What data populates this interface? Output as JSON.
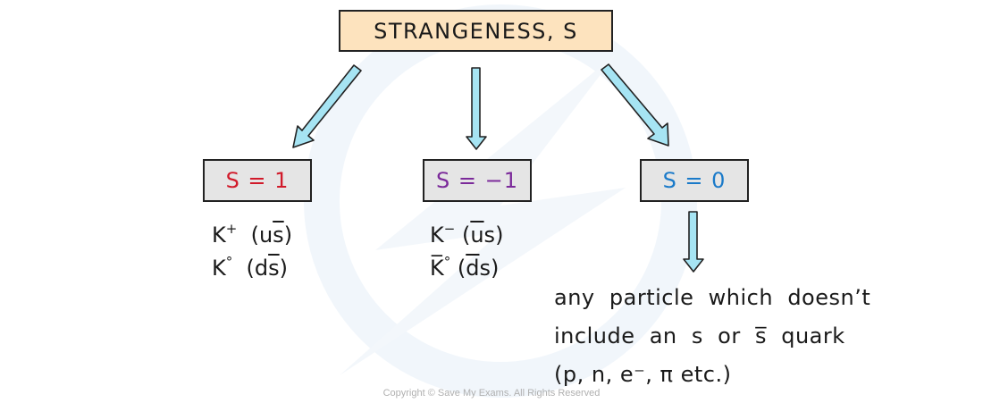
{
  "title": "STRANGENESS, S",
  "colors": {
    "title_box_fill": "#fde3be",
    "value_box_fill": "#e5e5e5",
    "arrow_fill": "#a6e4f3",
    "s_plus_one": "#d11a2a",
    "s_minus_one": "#7b2a9a",
    "s_zero": "#1a7ac9"
  },
  "branches": [
    {
      "label": "S = 1",
      "particles": [
        {
          "symbol": "K",
          "sup": "+",
          "quarks": "u",
          "quarks_bar": "s",
          "bar_on": "second"
        },
        {
          "symbol": "K",
          "sup": "°",
          "quarks": "d",
          "quarks_bar": "s",
          "bar_on": "second"
        }
      ]
    },
    {
      "label": "S = −1",
      "particles": [
        {
          "symbol": "K",
          "sup": "−",
          "quarks": "u",
          "quarks_bar": "s",
          "bar_on": "first"
        },
        {
          "symbol": "K̅",
          "sup": "°",
          "quarks": "d",
          "quarks_bar": "s",
          "bar_on": "first"
        }
      ]
    },
    {
      "label": "S = 0",
      "description": [
        "any  particle  which  doesn’t",
        "include  an  s  or  s̅  quark",
        "(p, n, e⁻, π etc.)"
      ]
    }
  ],
  "copyright": "Copyright © Save My Exams. All Rights Reserved"
}
